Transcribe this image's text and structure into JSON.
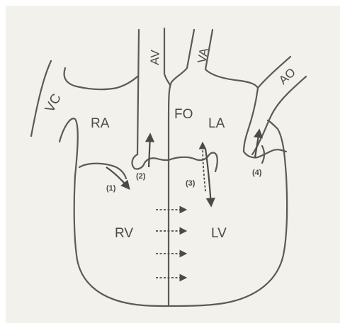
{
  "labels": {
    "vc": "VC",
    "av": "AV",
    "va": "VA",
    "ao": "AO",
    "ra": "RA",
    "fo": "FO",
    "la": "LA",
    "rv": "RV",
    "lv": "LV",
    "m1": "(1)",
    "m2": "(2)",
    "m3": "(3)",
    "m4": "(4)"
  },
  "colors": {
    "background": "#f2f1ec",
    "frame": "#ffffff",
    "line": "#5a5a58",
    "text": "#4a4a48"
  }
}
